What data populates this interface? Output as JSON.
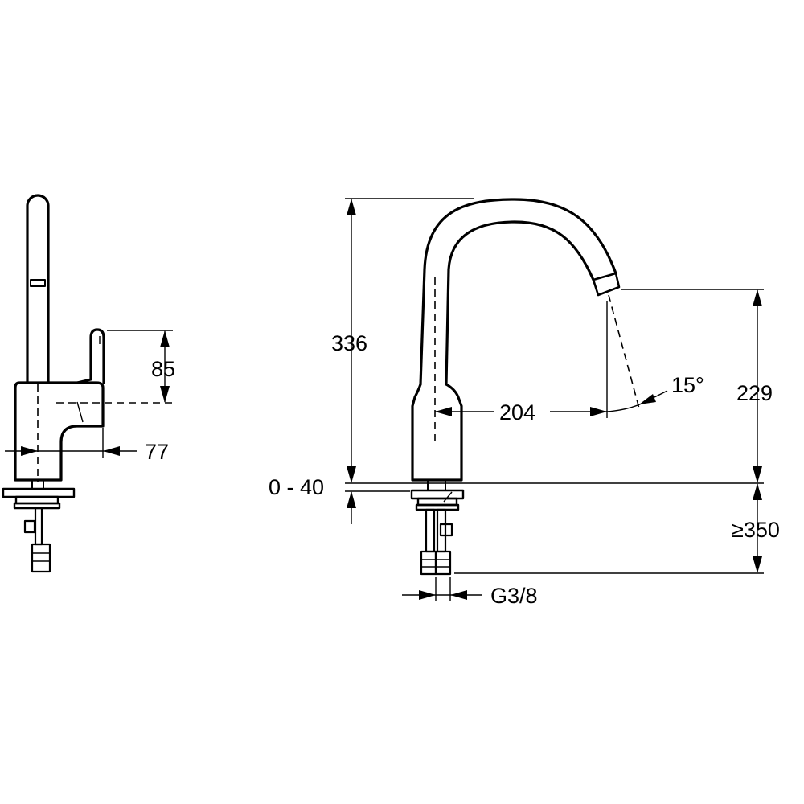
{
  "side_view": {
    "dim_handle_height": "85",
    "dim_handle_offset": "77"
  },
  "front_view": {
    "dim_total_height": "336",
    "dim_spout_height": "229",
    "dim_reach": "204",
    "dim_swivel_angle": "15°",
    "dim_deck_thickness": "0 - 40",
    "dim_hose_length": "≥350",
    "dim_connection_thread": "G3/8"
  }
}
